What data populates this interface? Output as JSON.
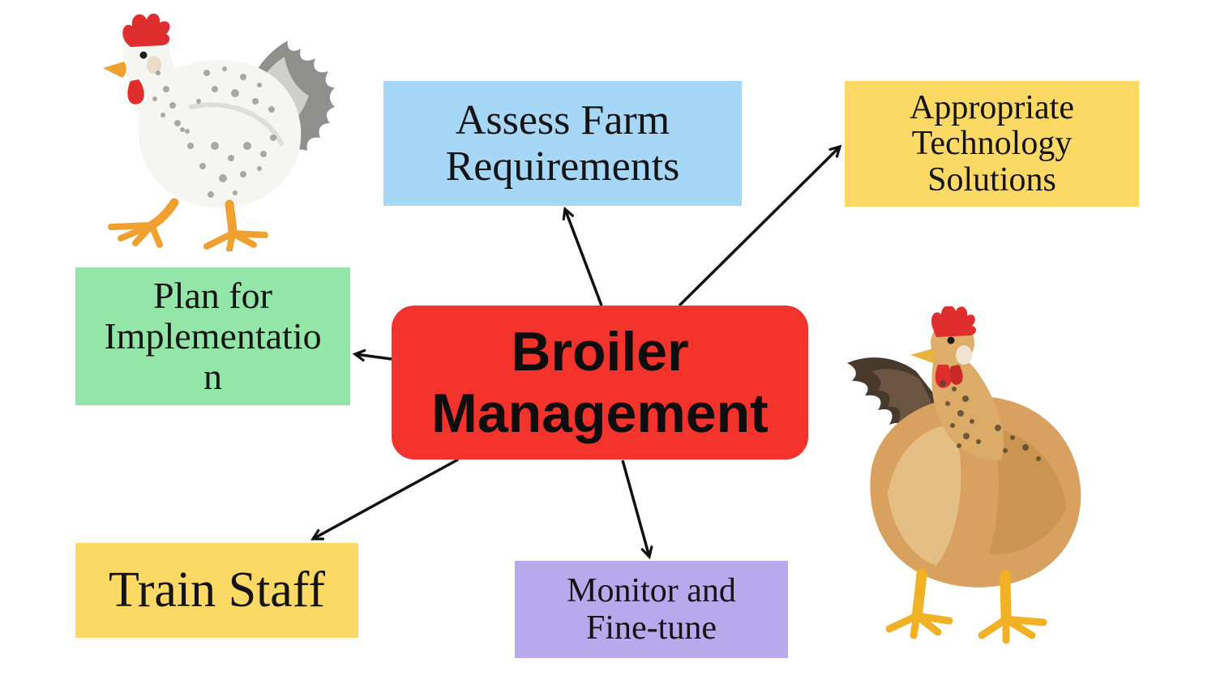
{
  "diagram": {
    "type": "mind-map",
    "background": "#ffffff",
    "arrow_color": "#111111",
    "center_node": {
      "id": "broiler-management",
      "label": "Broiler Management",
      "lines": [
        "Broiler",
        "Management"
      ],
      "color": "#f5332d",
      "text_color": "#0d0d0d",
      "shape": "rounded-rectangle"
    },
    "nodes": [
      {
        "id": "assess-farm-requirements",
        "label": "Assess Farm Requirements",
        "lines": [
          "Assess Farm",
          "Requirements"
        ],
        "color": "#a6d7f6",
        "shape": "rectangle"
      },
      {
        "id": "appropriate-technology-solutions",
        "label": "Appropriate Technology Solutions",
        "lines": [
          "Appropriate",
          "Technology",
          "Solutions"
        ],
        "color": "#fcd964",
        "shape": "rectangle"
      },
      {
        "id": "plan-for-implementation",
        "label": "Plan for Implementation",
        "lines": [
          "Plan for",
          "Implementatio",
          "n"
        ],
        "color": "#93e6a8",
        "shape": "rectangle"
      },
      {
        "id": "train-staff",
        "label": "Train Staff",
        "lines": [
          "Train Staff"
        ],
        "color": "#fcd964",
        "shape": "rectangle"
      },
      {
        "id": "monitor-and-fine-tune",
        "label": "Monitor and Fine-tune",
        "lines": [
          "Monitor and",
          "Fine-tune"
        ],
        "color": "#b8a9ed",
        "shape": "rectangle"
      }
    ],
    "edges": [
      {
        "from": "broiler-management",
        "to": "assess-farm-requirements"
      },
      {
        "from": "broiler-management",
        "to": "appropriate-technology-solutions"
      },
      {
        "from": "broiler-management",
        "to": "plan-for-implementation"
      },
      {
        "from": "broiler-management",
        "to": "train-staff"
      },
      {
        "from": "broiler-management",
        "to": "monitor-and-fine-tune"
      }
    ],
    "images": [
      {
        "id": "white-speckled-hen",
        "description": "white speckled hen walking left, red comb, orange legs"
      },
      {
        "id": "brown-hen",
        "description": "brown hen standing, dark tail feathers, red comb, yellow legs"
      }
    ]
  }
}
